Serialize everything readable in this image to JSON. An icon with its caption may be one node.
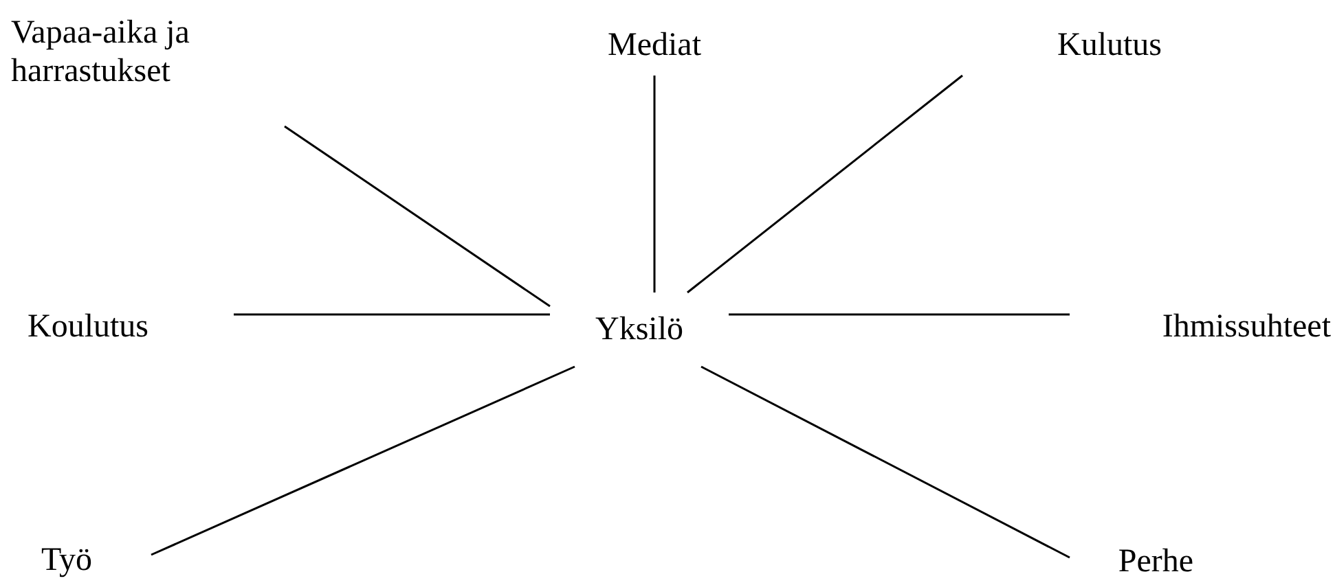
{
  "diagram": {
    "nodes": [
      {
        "text": [
          "Yksilö"
        ]
      },
      {
        "text": [
          "Vapaa-aika ja harrastukset"
        ]
      },
      {
        "text": [
          "Mediat"
        ]
      },
      {
        "text": [
          "Kulutus"
        ]
      },
      {
        "text": [
          "Koulutus"
        ]
      },
      {
        "text": [
          "Ihmissuhteet"
        ]
      },
      {
        "text": [
          "Työ"
        ]
      },
      {
        "text": [
          "Perhe"
        ]
      }
    ],
    "edges": [
      {
        "from": 0,
        "to": 1,
        "arrow": "none"
      },
      {
        "from": 0,
        "to": 2,
        "arrow": "none"
      },
      {
        "from": 0,
        "to": 3,
        "arrow": "none"
      },
      {
        "from": 0,
        "to": 4,
        "arrow": "none"
      },
      {
        "from": 0,
        "to": 5,
        "arrow": "none"
      },
      {
        "from": 0,
        "to": 6,
        "arrow": "none"
      },
      {
        "from": 0,
        "to": 7,
        "arrow": "none"
      }
    ]
  }
}
